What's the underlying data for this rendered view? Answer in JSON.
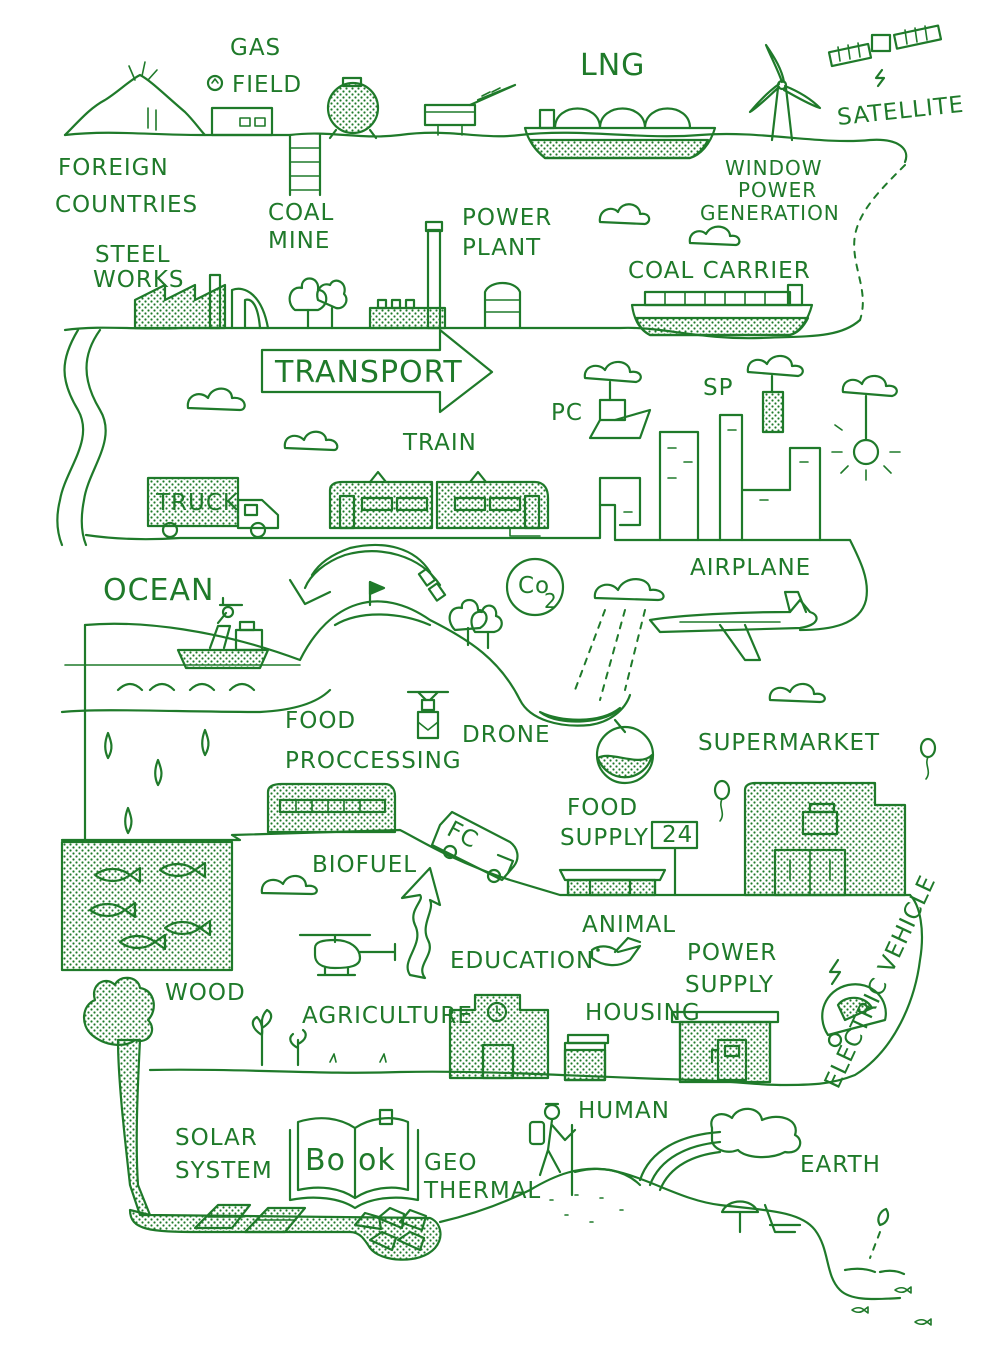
{
  "theme": {
    "ink": "#1f7a2a",
    "paper": "#ffffff"
  },
  "labels": {
    "gas_field_1": "GAS",
    "gas_field_2": "FIELD",
    "lng": "LNG",
    "satellite": "SATELLITE",
    "foreign_1": "FOREIGN",
    "foreign_2": "COUNTRIES",
    "coal_mine_1": "COAL",
    "coal_mine_2": "MINE",
    "power_plant_1": "POWER",
    "power_plant_2": "PLANT",
    "wind_1": "WINDOW",
    "wind_2": "POWER",
    "wind_3": "GENERATION",
    "steel_1": "STEEL",
    "steel_2": "WORKS",
    "coal_carrier": "COAL CARRIER",
    "transport": "TRANSPORT",
    "pc": "PC",
    "sp": "SP",
    "train": "TRAIN",
    "truck": "TRUCK",
    "ocean": "OCEAN",
    "co2_main": "Co",
    "co2_sub": "2",
    "airplane": "AIRPLANE",
    "food_proc_1": "FOOD",
    "food_proc_2": "PROCCESSING",
    "drone": "DRONE",
    "supermarket": "SUPERMARKET",
    "food_supply_1": "FOOD",
    "food_supply_2": "SUPPLY",
    "sign_24": "24",
    "fc": "FC",
    "biofuel": "BIOFUEL",
    "animal": "ANIMAL",
    "education": "EDUCATION",
    "power_supply_1": "POWER",
    "power_supply_2": "SUPPLY",
    "electric_vehicle": "ELECTRIC VEHICLE",
    "wood": "WOOD",
    "agriculture": "AGRICULTURE",
    "housing": "HOUSING",
    "human": "HUMAN",
    "solar_1": "SOLAR",
    "solar_2": "SYSTEM",
    "book_1": "Bo",
    "book_2": "ok",
    "geo_1": "GEO",
    "geo_2": "THERMAL",
    "earth": "EARTH"
  }
}
